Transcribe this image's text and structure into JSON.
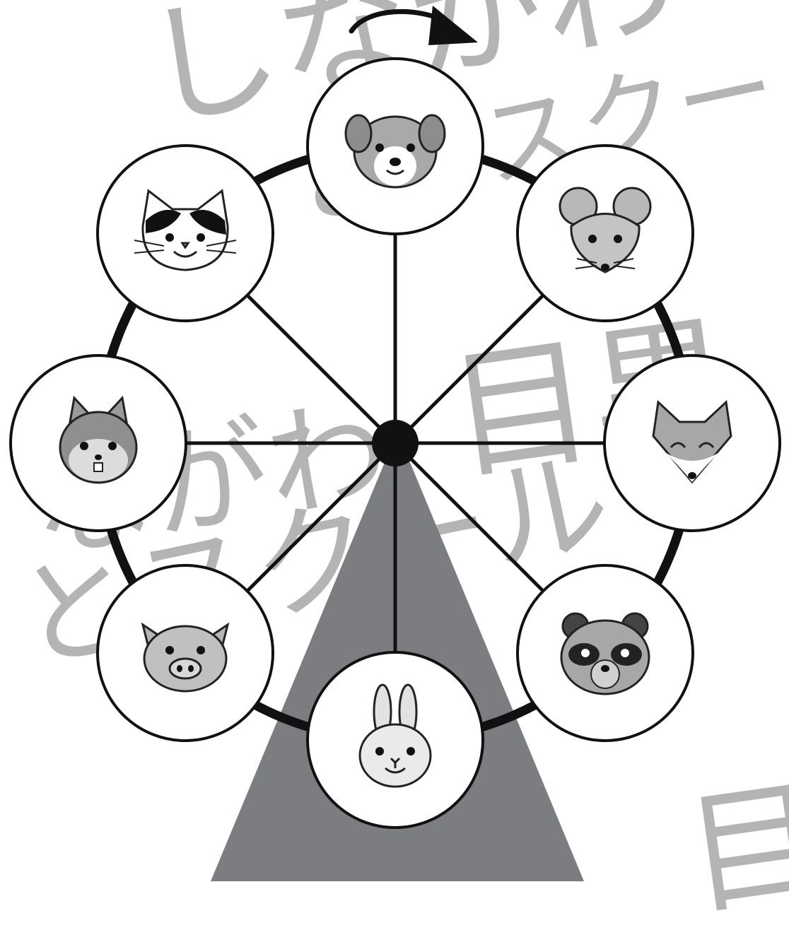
{
  "watermark": {
    "color": "#b4b4b4",
    "line1": "しながわ・目",
    "line2": "とクスクー",
    "line3": "目黒",
    "line4": "ながわ",
    "line5": "とスクール",
    "line6": "目"
  },
  "wheel": {
    "rim_color": "#111111",
    "tower_color": "#7c7d80",
    "rotation_direction": "clockwise",
    "gondolas": [
      {
        "animal": "dog",
        "position": "top"
      },
      {
        "animal": "mouse",
        "position": "top-right"
      },
      {
        "animal": "fox",
        "position": "right"
      },
      {
        "animal": "raccoon-dog",
        "position": "bottom-right"
      },
      {
        "animal": "rabbit",
        "position": "bottom"
      },
      {
        "animal": "pig",
        "position": "bottom-left"
      },
      {
        "animal": "squirrel",
        "position": "left"
      },
      {
        "animal": "cat",
        "position": "top-left"
      }
    ]
  }
}
